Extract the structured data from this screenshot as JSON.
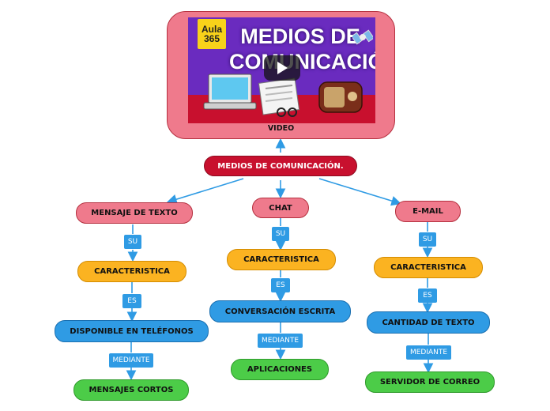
{
  "video": {
    "label": "VIDEO",
    "thumb_logo_line1": "Aula",
    "thumb_logo_line2": "365",
    "thumb_title_line1": "MEDIOS DE",
    "thumb_title_line2": "COMUNICACIÓN",
    "play_icon": "play-icon"
  },
  "root": {
    "label": "MEDIOS DE COMUNICACIÓN."
  },
  "branches": {
    "mensaje": {
      "label": "MENSAJE DE TEXTO"
    },
    "chat": {
      "label": "CHAT"
    },
    "email": {
      "label": "E-MAIL"
    }
  },
  "connectors": {
    "su": "SU",
    "es": "ES",
    "mediante": "MEDIANTE"
  },
  "mensaje_chain": {
    "caracteristica": "CARACTERISTICA",
    "detail": "DISPONIBLE EN TELÉFONOS",
    "result": "MENSAJES CORTOS"
  },
  "chat_chain": {
    "caracteristica": "CARACTERISTICA",
    "detail": "CONVERSACIÓN ESCRITA",
    "result": "APLICACIONES"
  },
  "email_chain": {
    "caracteristica": "CARACTERISTICA",
    "detail": "CANTIDAD DE TEXTO",
    "result": "SERVIDOR DE CORREO"
  },
  "colors": {
    "pink": "#ef7a8c",
    "red": "#c8102e",
    "orange": "#fbb321",
    "blue": "#2f9be4",
    "green": "#4ccc48",
    "line": "#2f9be4"
  }
}
